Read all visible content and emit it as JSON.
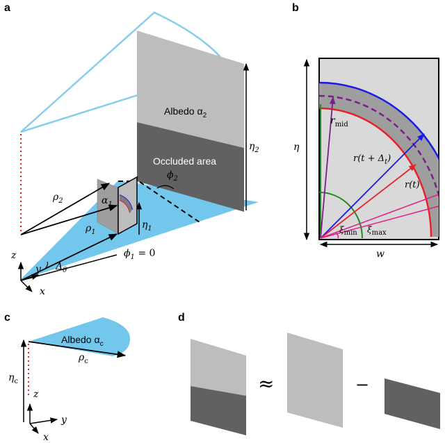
{
  "panels": {
    "a": {
      "letter": "a",
      "albedo_label": "Albedo α",
      "albedo_sub": "2",
      "occluded_label": "Occluded area",
      "eta2_var": "η",
      "eta2_sub": "2",
      "phi2_var": "ϕ",
      "phi2_sub": "2",
      "alpha1_var": "α",
      "alpha1_sub": "1",
      "rho2_var": "ρ",
      "rho2_sub": "2",
      "rho1_var": "ρ",
      "rho1_sub": "1",
      "eta1_var": "η",
      "eta1_sub": "1",
      "phi1_var": "ϕ",
      "phi1_sub": "1",
      "phi1_eq": " = 0",
      "delta_theta_var": "Δ",
      "delta_theta_sub": "θ",
      "axis_z": "z",
      "axis_y": "y",
      "axis_x": "x"
    },
    "b": {
      "letter": "b",
      "eta_label": "η",
      "w_label": "w",
      "r_mid_var": "r",
      "r_mid_sub": "mid",
      "r_t_dt": "r(t + Δ",
      "r_t_dt_sub": "t",
      "r_t_dt_close": ")",
      "r_t": "r(t)",
      "xi_min_var": "ξ",
      "xi_min_sub": "min",
      "xi_max_var": "ξ",
      "xi_max_sub": "max"
    },
    "c": {
      "letter": "c",
      "albedo_label": "Albedo α",
      "albedo_sub": "c",
      "rho_var": "ρ",
      "rho_sub": "c",
      "eta_var": "η",
      "eta_sub": "c",
      "axis_z": "z",
      "axis_y": "y",
      "axis_x": "x"
    },
    "d": {
      "letter": "d",
      "approx": "≈",
      "minus": "−"
    }
  },
  "colors": {
    "sky_blue": "#87CEEB",
    "ground_blue": "#74C7EC",
    "light_gray": "#BDBDBD",
    "dark_gray": "#616161",
    "panel_bg": "#D9D9D9",
    "red": "#E8202A",
    "blue": "#1A1AE6",
    "purple": "#7B1E8A",
    "green": "#1E8A1E",
    "magenta": "#E0208A"
  }
}
